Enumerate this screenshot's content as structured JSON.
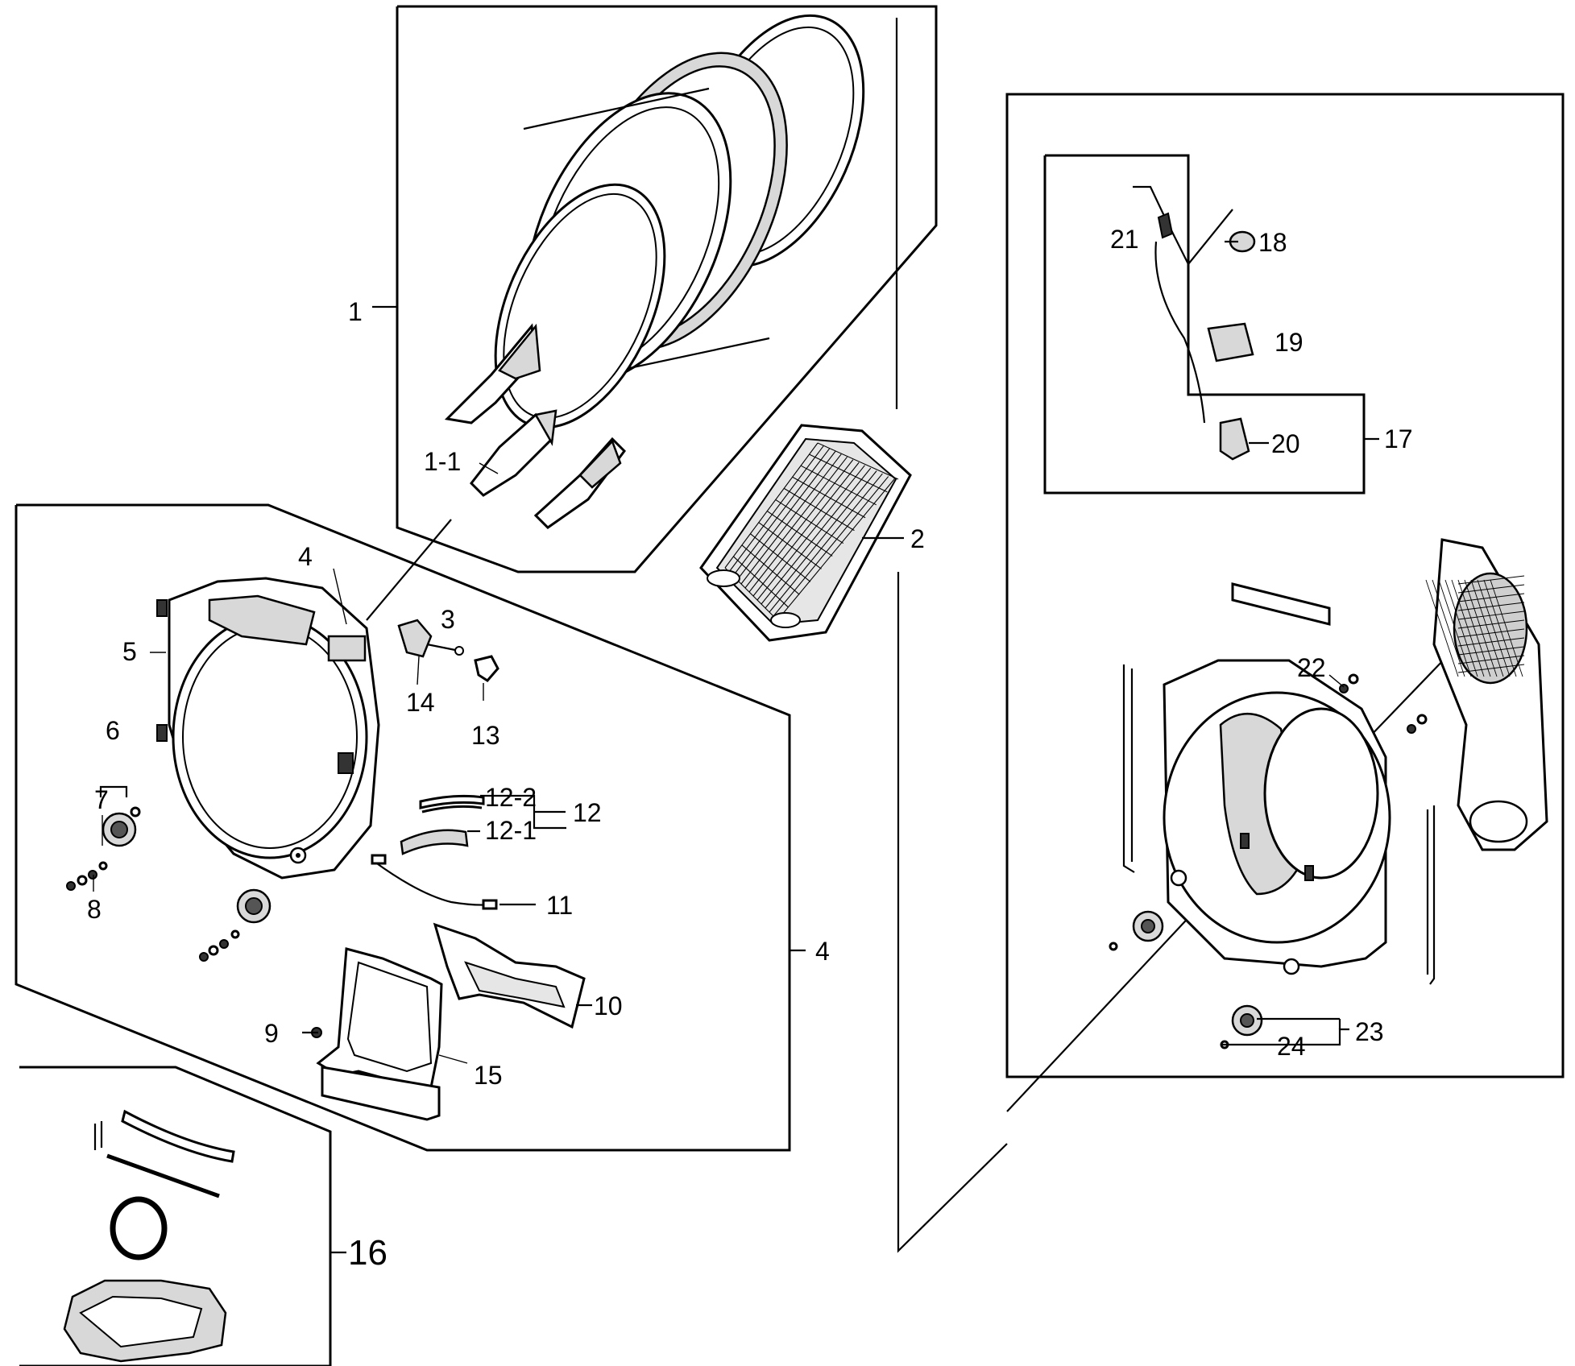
{
  "callouts": [
    {
      "id": "1"
    },
    {
      "id": "1-1"
    },
    {
      "id": "2"
    },
    {
      "id": "3"
    },
    {
      "id": "4"
    },
    {
      "id": "4"
    },
    {
      "id": "5"
    },
    {
      "id": "6"
    },
    {
      "id": "7"
    },
    {
      "id": "8"
    },
    {
      "id": "9"
    },
    {
      "id": "10"
    },
    {
      "id": "11"
    },
    {
      "id": "12"
    },
    {
      "id": "12-1"
    },
    {
      "id": "12-2"
    },
    {
      "id": "13"
    },
    {
      "id": "14"
    },
    {
      "id": "15"
    },
    {
      "id": "16"
    },
    {
      "id": "17"
    },
    {
      "id": "18"
    },
    {
      "id": "19"
    },
    {
      "id": "20"
    },
    {
      "id": "21"
    },
    {
      "id": "22"
    },
    {
      "id": "23"
    },
    {
      "id": "24"
    }
  ]
}
